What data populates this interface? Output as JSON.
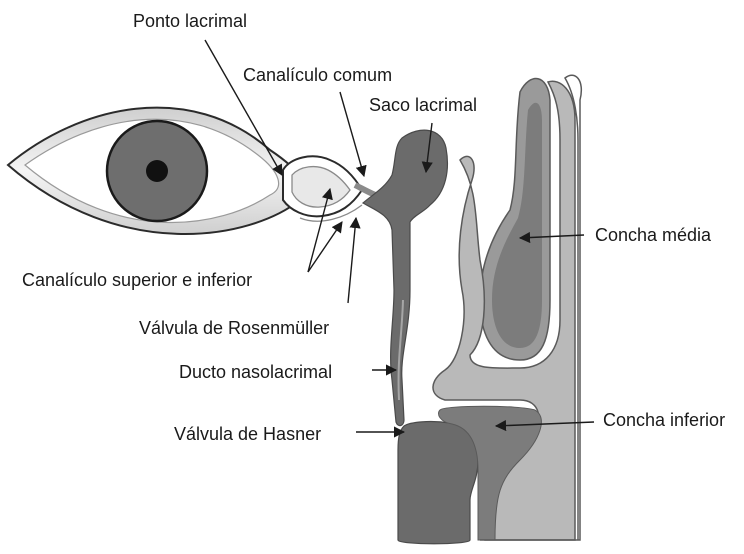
{
  "labels": {
    "ponto_lacrimal": "Ponto lacrimal",
    "canaliculo_comum": "Canalículo comum",
    "saco_lacrimal": "Saco lacrimal",
    "concha_media": "Concha média",
    "canaliculo_sup_inf": "Canalículo superior e inferior",
    "valvula_rosenmuller": "Válvula de Rosenmüller",
    "ducto_nasolacrimal": "Ducto nasolacrimal",
    "valvula_hasner": "Válvula de Hasner",
    "concha_inferior": "Concha inferior"
  },
  "colors": {
    "dark_tissue": "#6b6b6b",
    "mid_tissue": "#8c8c8c",
    "light_tissue": "#bdbdbd",
    "iris": "#6e6e6e",
    "pupil": "#111111",
    "outline": "#2b2b2b"
  }
}
